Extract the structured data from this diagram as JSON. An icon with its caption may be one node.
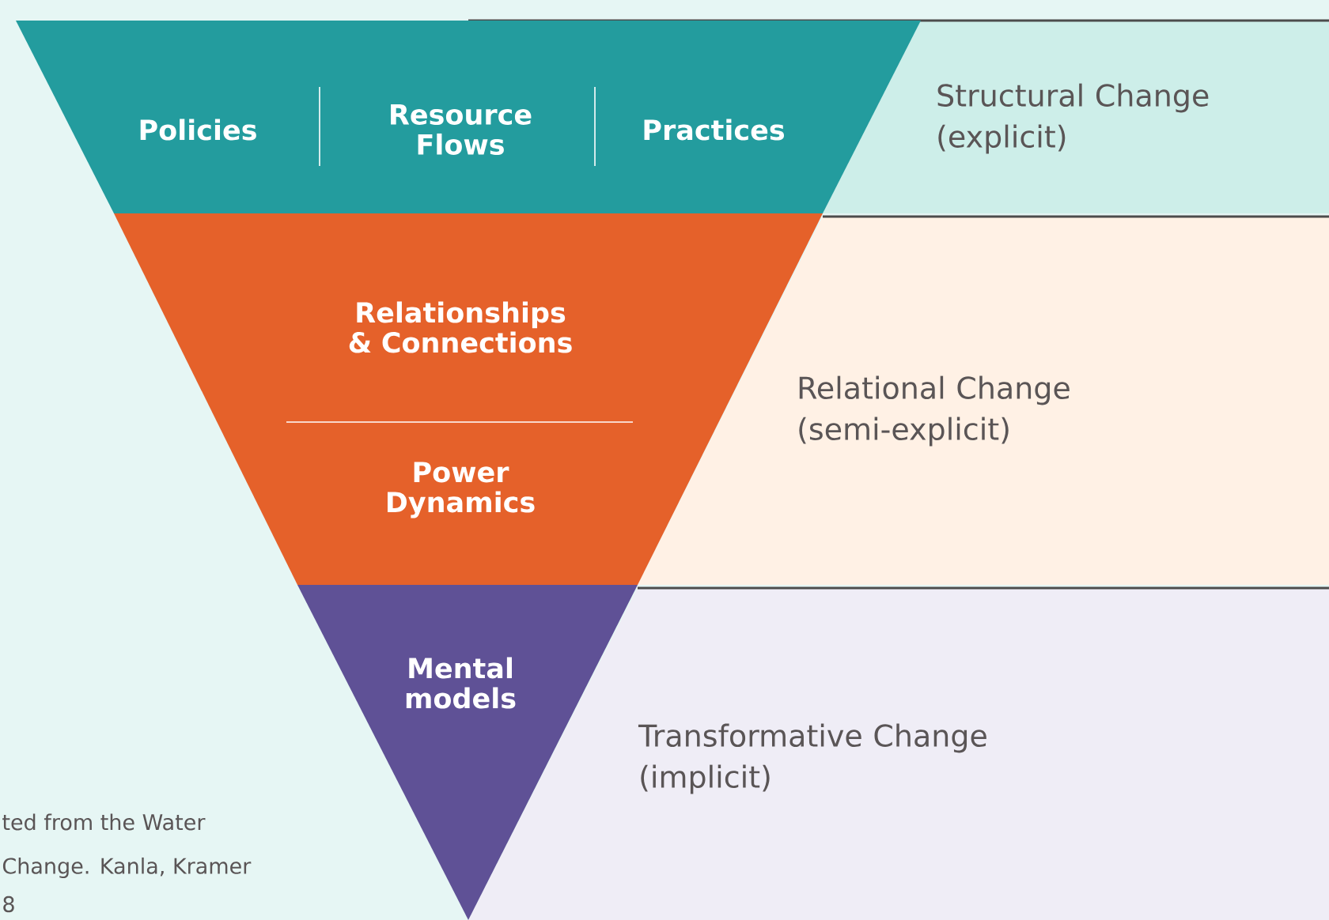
{
  "diagram": {
    "nodes": [
      {
        "text": [
          "Policies",
          "Resource Flows",
          "Practices"
        ]
      },
      {
        "text": [
          "Structural Change (explicit)"
        ]
      },
      {
        "text": [
          "Relationships & Connections",
          "Power Dynamics"
        ]
      },
      {
        "text": [
          "Relational Change (semi-explicit)"
        ]
      },
      {
        "text": [
          "Mental models"
        ]
      },
      {
        "text": [
          "Transformative Change (implicit)"
        ]
      }
    ],
    "edges": [],
    "labels": [
      "ted from the Water",
      "Change. Kanla, Kramer",
      "8"
    ]
  }
}
